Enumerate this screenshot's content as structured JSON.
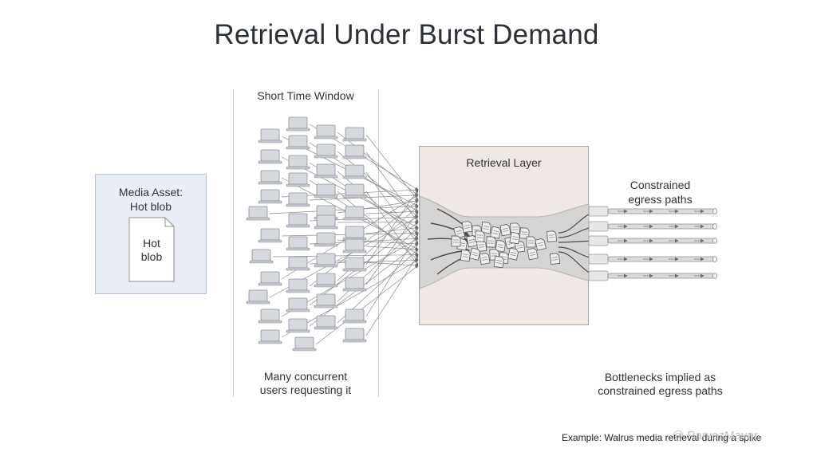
{
  "title": "Retrieval Under Burst Demand",
  "window_label": "Short Time Window",
  "users_caption": [
    "Many concurrent",
    "users requesting it"
  ],
  "asset": {
    "label": [
      "Media Asset:",
      "Hot blob"
    ],
    "doc_label": [
      "Hot",
      "blob"
    ]
  },
  "retrieval_layer": {
    "label": "Retrieval Layer"
  },
  "egress": {
    "label": [
      "Constrained",
      "egress paths"
    ],
    "path_count": 5
  },
  "bottleneck_caption": [
    "Bottlenecks implied as",
    "constrained egress paths"
  ],
  "footnote": "Example: Walrus media retrieval during a spike",
  "watermark": "@ ParvezMayar",
  "icons": {
    "user": "laptop-icon",
    "document": "document-icon",
    "arrow": "arrow-icon"
  },
  "colors": {
    "asset_fill": "#e9eef6",
    "retrieval_fill": "#efe8e4",
    "pipe": "#dcdcdc",
    "laptop": "#d5d8dd"
  }
}
